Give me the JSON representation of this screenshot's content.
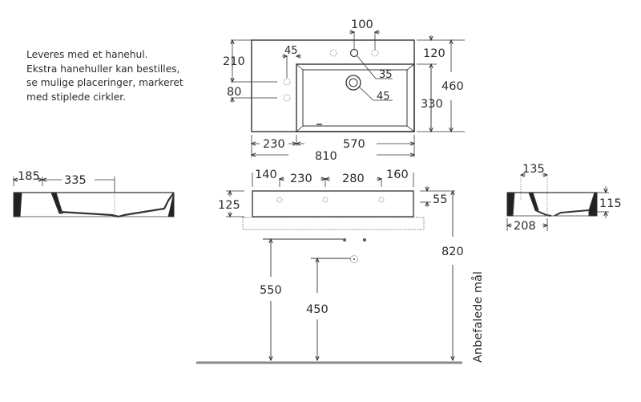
{
  "note": {
    "lines": [
      "Leveres med et hanehul.",
      "Ekstra hanehuller kan bestilles,",
      "se mulige placeringer, markeret",
      "med stiplede cirkler."
    ]
  },
  "top_view": {
    "tap_spacing": "100",
    "side_offset": "45",
    "left_hole_from_top": "210",
    "left_hole_spacing": "80",
    "tap_hole_diameter": "35",
    "drain_diameter": "45",
    "deck_depth": "120",
    "total_depth": "460",
    "bowl_depth": "330",
    "left_deck_width": "230",
    "bowl_width": "570",
    "total_width": "810"
  },
  "front_view": {
    "hole_1": "140",
    "hole_2": "230",
    "hole_3": "280",
    "hole_4": "160",
    "height": "125",
    "top_offset": "55",
    "drain_height_1": "550",
    "drain_height_2": "450",
    "recommended_height": "820",
    "recommended_label": "Anbefalede mål"
  },
  "left_section": {
    "dim_a": "185",
    "dim_b": "335"
  },
  "right_section": {
    "dim_a": "135",
    "dim_b": "115",
    "dim_c": "208"
  }
}
